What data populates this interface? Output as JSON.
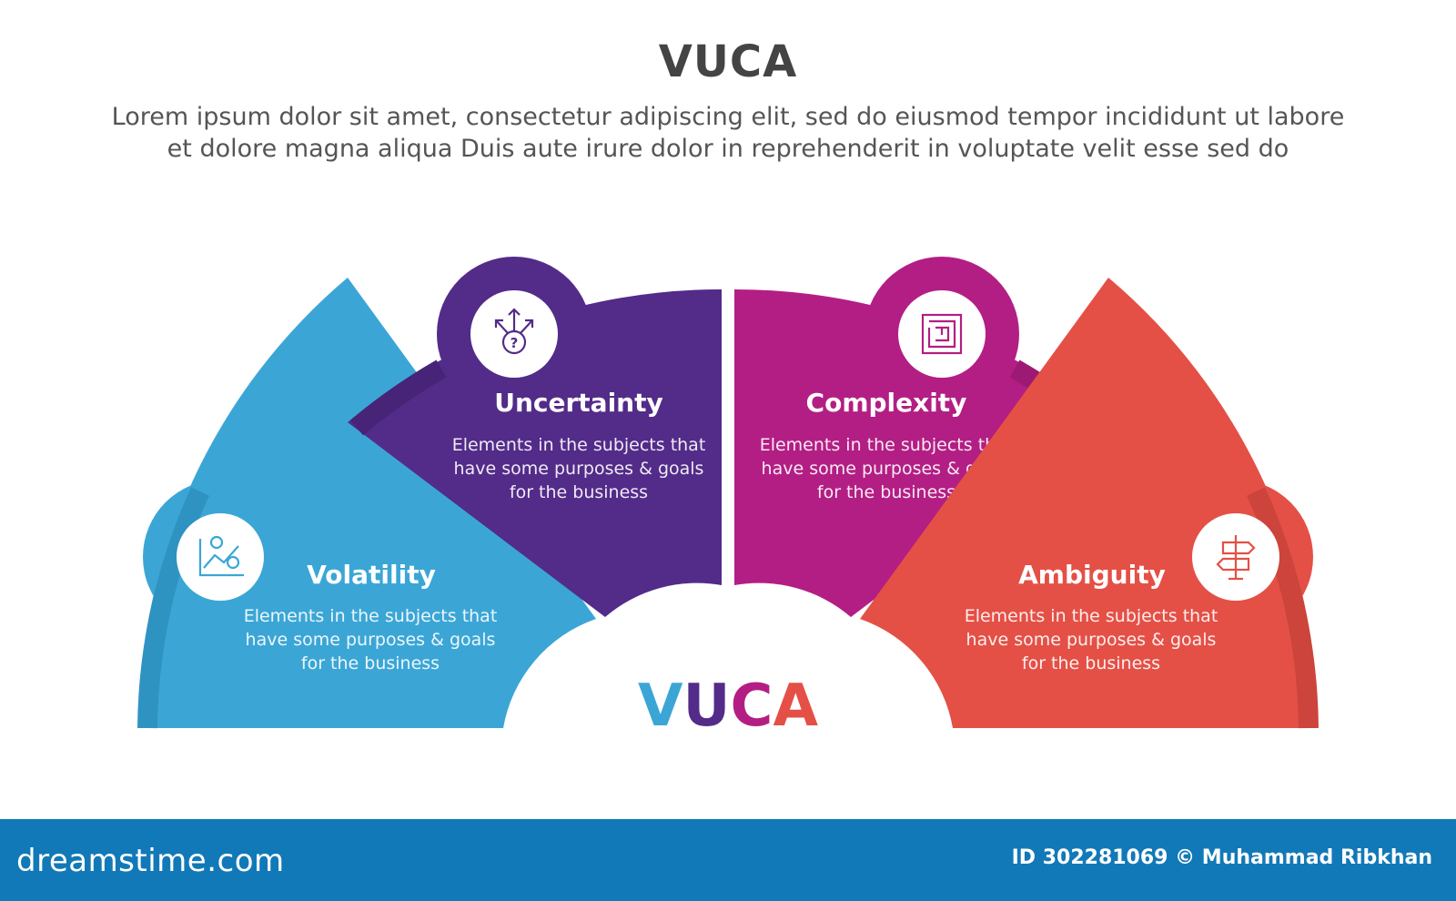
{
  "header": {
    "title": "VUCA",
    "subtitle_line1": "Lorem ipsum dolor sit amet, consectetur adipiscing elit, sed do eiusmod tempor incididunt ut labore",
    "subtitle_line2": "et dolore magna aliqua Duis aute irure dolor in reprehenderit in voluptate velit esse sed do"
  },
  "segments": [
    {
      "title": "Volatility",
      "desc1": "Elements in the subjects that",
      "desc2": "have  some purposes & goals",
      "desc3": "for the  business",
      "color": "#3ba6d6",
      "dark": "#2f93c2",
      "icon": "chart-icon"
    },
    {
      "title": "Uncertainty",
      "desc1": "Elements in the subjects that",
      "desc2": "have  some purposes & goals",
      "desc3": "for the  business",
      "color": "#532b89",
      "dark": "#472477",
      "icon": "question-arrows-icon"
    },
    {
      "title": "Complexity",
      "desc1": "Elements in the subjects that",
      "desc2": "have  some purposes & goals",
      "desc3": "for the  business",
      "color": "#b31e84",
      "dark": "#9d1a74",
      "icon": "maze-icon"
    },
    {
      "title": "Ambiguity",
      "desc1": "Elements in the subjects that",
      "desc2": "have  some purposes & goals",
      "desc3": "for the  business",
      "color": "#e45046",
      "dark": "#cc443b",
      "icon": "signpost-icon"
    }
  ],
  "center": {
    "letters": [
      "V",
      "U",
      "C",
      "A"
    ],
    "colors": [
      "#3ba6d6",
      "#532b89",
      "#b31e84",
      "#e45046"
    ]
  },
  "footer": {
    "brand": "dreamstime.com",
    "credit": "ID 302281069 © Muhammad Ribkhan"
  }
}
